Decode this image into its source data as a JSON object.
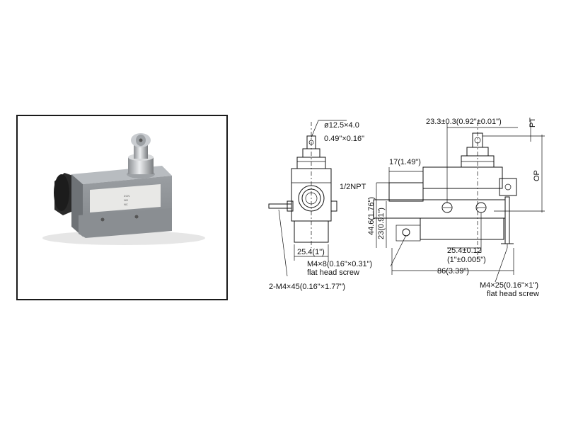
{
  "photo": {
    "label_lines": [
      "ZCN",
      "NO",
      "NC"
    ]
  },
  "drawing": {
    "dims": {
      "roller": "ø12.5×4.0",
      "roller_in": "0.49\"×0.16\"",
      "roller_pos": "23.3±0.3(0.92\"±0.01\")",
      "pt": "PT",
      "op": "OP",
      "conduit_w": "17(1.49\")",
      "conduit": "1/2NPT",
      "height": "44.6(1.76\")",
      "height2": "23(0.91\")",
      "width": "25.4(1\")",
      "hole_spacing": "25.4±0.12",
      "hole_spacing_in": "(1\"±0.005\")",
      "length": "86(3.39\")",
      "screw_a": "M4×8(0.16\"×0.31\")",
      "screw_a_type": "flat head screw",
      "screw_b": "2-M4×45(0.16\"×1.77\")",
      "screw_c": "M4×25(0.16\"×1\")",
      "screw_c_type": "flat head screw"
    }
  }
}
